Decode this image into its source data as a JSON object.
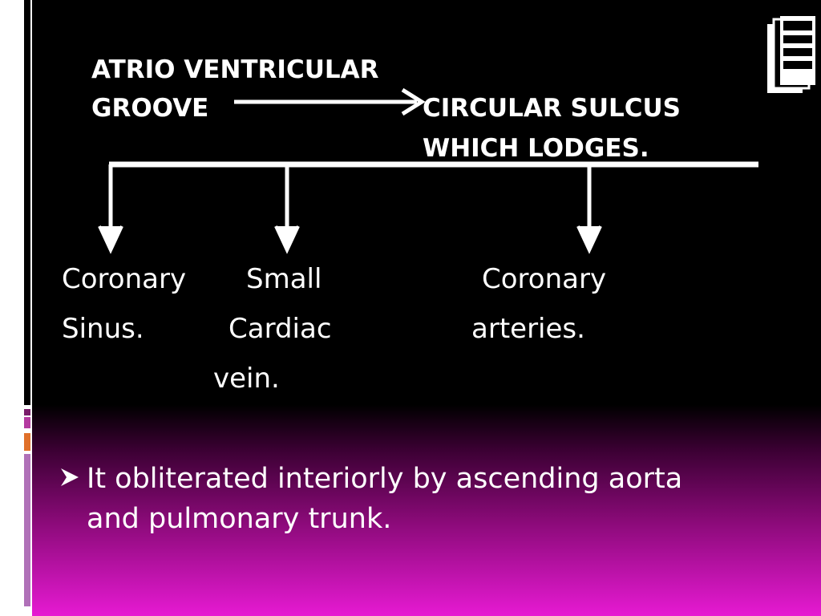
{
  "heading": {
    "line1": "ATRIO VENTRICULAR",
    "line2": "GROOVE",
    "target_line1": "CIRCULAR SULCUS",
    "target_line2": "WHICH LODGES."
  },
  "branches": [
    {
      "line1": "Coronary",
      "line2": "Sinus."
    },
    {
      "line1": "Small",
      "line2": "Cardiac",
      "line3": "vein."
    },
    {
      "line1": "Coronary",
      "line2": "arteries."
    }
  ],
  "bullet": {
    "text": "It obliterated interiorly by ascending aorta and pulmonary trunk."
  },
  "colors": {
    "background_top": "#000000",
    "background_bottom": "#e61ad2",
    "text": "#ffffff",
    "accent_orange": "#e0702a"
  },
  "icons": {
    "corner": "stacked-pages-icon",
    "bullet": "arrowhead-bullet-icon"
  }
}
